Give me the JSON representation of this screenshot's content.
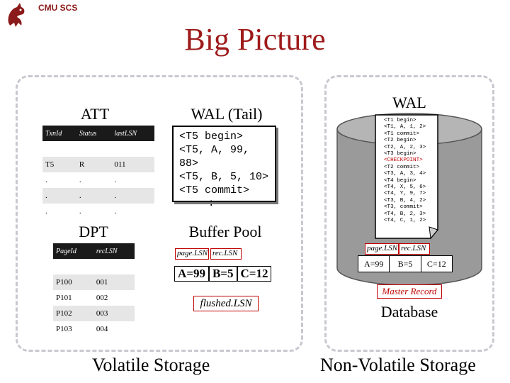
{
  "header": {
    "text": "CMU SCS"
  },
  "title": "Big Picture",
  "volatile": {
    "att": {
      "heading": "ATT",
      "columns": [
        "TxnId",
        "Status",
        "lastLSN"
      ],
      "rows": [
        [
          "T5",
          "R",
          "011"
        ],
        [
          ".",
          ".",
          "."
        ],
        [
          ".",
          ".",
          "."
        ],
        [
          ".",
          ".",
          "."
        ]
      ]
    },
    "wal_tail": {
      "heading": "WAL (Tail)",
      "lines": [
        "<T5 begin>",
        "<T5, A, 99,",
        "88>",
        "<T5, B, 5, 10>",
        "<T5 commit>"
      ],
      "more": ":"
    },
    "dpt": {
      "heading": "DPT",
      "columns": [
        "PageId",
        "recLSN"
      ],
      "rows": [
        [
          "P100",
          "001"
        ],
        [
          "P101",
          "002"
        ],
        [
          "P102",
          "003"
        ],
        [
          "P103",
          "004"
        ]
      ]
    },
    "buffer_pool": {
      "heading": "Buffer Pool",
      "page_lsn": "page.LSN",
      "rec_lsn": "rec.LSN",
      "values": [
        "A=99",
        "B=5",
        "C=12"
      ],
      "flushed_lsn": "flushed.LSN"
    },
    "label": "Volatile Storage"
  },
  "nonvolatile": {
    "wal": {
      "heading": "WAL",
      "lines": [
        "<T1 begin>",
        "<T1, A, 1, 2>",
        "<T1 commit>",
        "<T2 begin>",
        "<T2, A, 2, 3>",
        "<T3 begin>",
        "<CHECKPOINT>",
        "<T2 commit>",
        "<T3, A, 3, 4>",
        "<T4 begin>",
        "<T4, X, 5, 6>",
        "<T4, Y, 9, 7>",
        "<T3, B, 4, 2>",
        "<T3, commit>",
        "<T4, B, 2, 3>",
        "<T4, C, 1, 2>"
      ]
    },
    "page_lsn": "page.LSN",
    "rec_lsn": "rec.LSN",
    "values": [
      "A=99",
      "B=5",
      "C=12"
    ],
    "master_record": "Master Record",
    "database": "Database",
    "label": "Non-Volatile Storage"
  },
  "colors": {
    "accent": "#9e1b1b",
    "red": "#c00000",
    "cylinder": "#9a9a9a"
  }
}
